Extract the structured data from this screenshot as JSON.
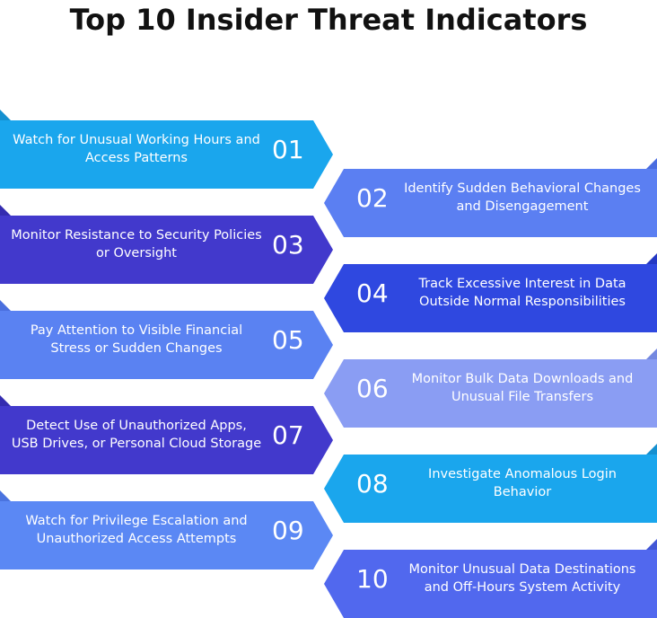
{
  "title": "Top 10 Insider Threat Indicators",
  "items": [
    {
      "number": "01",
      "text": "Watch for Unusual Working Hours and Access Patterns",
      "color": "#1aa6ed",
      "tab_color": "#1590d0"
    },
    {
      "number": "02",
      "text": "Identify Sudden Behavioral Changes and Disengagement",
      "color": "#5b7ff2",
      "tab_color": "#4a6ce0"
    },
    {
      "number": "03",
      "text": "Monitor Resistance to Security Policies or Oversight",
      "color": "#4239cc",
      "tab_color": "#342cb0"
    },
    {
      "number": "04",
      "text": "Track Excessive Interest in Data Outside Normal Responsibilities",
      "color": "#2f48e0",
      "tab_color": "#2438c4"
    },
    {
      "number": "05",
      "text": "Pay Attention to Visible Financial Stress or Sudden Changes",
      "color": "#5a82f2",
      "tab_color": "#4a6fde"
    },
    {
      "number": "06",
      "text": "Monitor Bulk Data Downloads and Unusual File Transfers",
      "color": "#8a9df3",
      "tab_color": "#7488e0"
    },
    {
      "number": "07",
      "text": "Detect Use of Unauthorized Apps, USB Drives, or Personal Cloud Storage",
      "color": "#4239cc",
      "tab_color": "#342cb0"
    },
    {
      "number": "08",
      "text": "Investigate Anomalous Login Behavior",
      "color": "#1aa6ed",
      "tab_color": "#1590d0"
    },
    {
      "number": "09",
      "text": "Watch for Privilege Escalation and Unauthorized Access Attempts",
      "color": "#5b88f4",
      "tab_color": "#4a73df"
    },
    {
      "number": "10",
      "text": "Monitor Unusual Data Destinations and Off-Hours System Activity",
      "color": "#5168ee",
      "tab_color": "#4156d6"
    }
  ]
}
